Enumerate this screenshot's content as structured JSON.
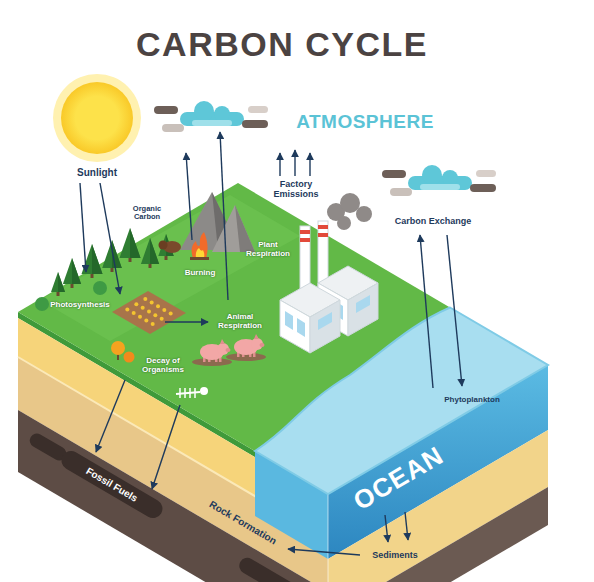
{
  "diagram": {
    "title": "CARBON CYCLE",
    "nodes": [
      {
        "text": [
          "Fossil Fuels"
        ]
      }
    ],
    "labels": [
      "ATMOSPHERE",
      "Sunlight",
      "Organic Carbon",
      "Burning",
      "Plant Respiration",
      "Factory Emissions",
      "Carbon Exchange",
      "Photosynthesis",
      "Animal Respiration",
      "Decay of Organisms",
      "Phytoplankton",
      "OCEAN",
      "Rock Formation",
      "Sediments"
    ]
  }
}
